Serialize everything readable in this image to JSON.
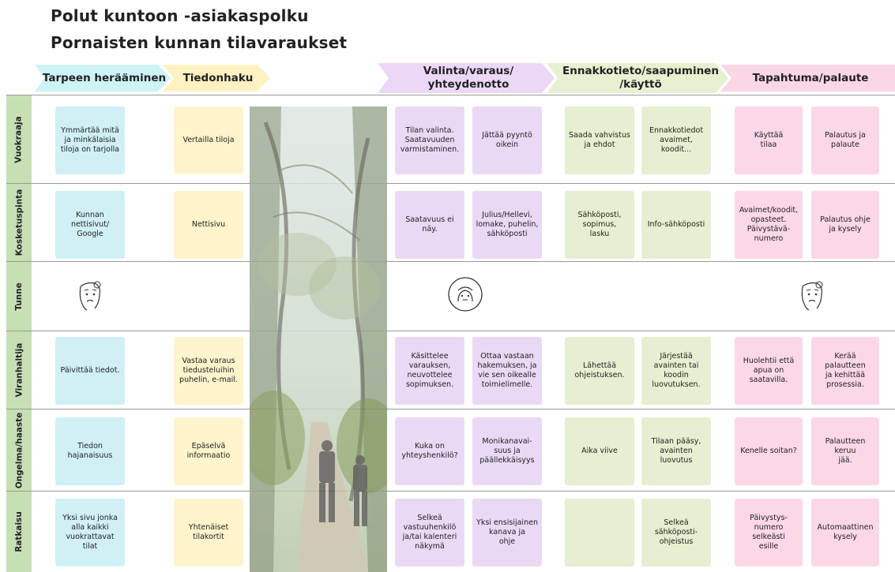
{
  "titles": {
    "line1": "Polut kuntoon -asiakaspolku",
    "line2": "Pornaisten kunnan tilavaraukset"
  },
  "stages": [
    {
      "label": "Tarpeen herääminen"
    },
    {
      "label": "Tiedonhaku"
    },
    {
      "label": "Valinta/varaus/\nyhteydenotto"
    },
    {
      "label": "Ennakkotieto/saapuminen\n/käyttö"
    },
    {
      "label": "Tapahtuma/palaute"
    }
  ],
  "rows": [
    {
      "label": "Vuokraaja"
    },
    {
      "label": "Kosketuspinta"
    },
    {
      "label": "Tunne"
    },
    {
      "label": "Viranhaltija"
    },
    {
      "label": "Ongelma/haaste"
    },
    {
      "label": "Ratkaisu"
    }
  ],
  "cards": {
    "vuokraaja": [
      "Ymmärtää mitä\nja minkälaisia\ntiloja on tarjolla",
      "Vertailla tiloja",
      "Tilan valinta.\nSaatavuuden\nvarmistaminen.",
      "Jättää pyyntö\noikein",
      "Saada vahvistus\nja ehdot",
      "Ennakkotiedot\navaimet, koodit...",
      "Käyttää\ntilaa",
      "Palautus ja\npalaute"
    ],
    "kosketuspinta": [
      "Kunnan\nnettisivut/\nGoogle",
      "Nettisivu",
      "Saatavuus ei\nnäy.",
      "Julius/Hellevi,\nlomake, puhelin,\nsähköposti",
      "Sähköposti,\nsopimus,\nlasku",
      "Info-sähköposti",
      "Avaimet/koodit,\nopasteet.\nPäivystävä-\nnumero",
      "Palautus ohje\nja kysely"
    ],
    "viranhaltija": [
      "Päivittää tiedot.",
      "Vastaa varaus\ntiedusteluihin\npuhelin, e-mail.",
      "Käsittelee\nvarauksen,\nneuvottelee\nsopimuksen.",
      "Ottaa vastaan\nhakemuksen, ja\nvie sen oikealle\ntoimielimelle.",
      "Lähettää\nohjeistuksen.",
      "Järjestää\navainten tai\nkoodin\nluovutuksen.",
      "Huolehtii että\napua on\nsaatavilla.",
      "Kerää palautteen\nja kehittää\nprosessia."
    ],
    "ongelma": [
      "Tiedon\nhajanaisuus",
      "Epäselvä\ninformaatio",
      "Kuka on\nyhteyshenkilö?",
      "Monikanavai-\nsuus ja\npäällekkäisyys",
      "Aika viive",
      "Tilaan pääsy,\navainten\nluovutus",
      "Kenelle soitan?",
      "Palautteen keruu\njää."
    ],
    "ratkaisu": [
      "Yksi sivu jonka\nalla kaikki\nvuokrattavat tilat",
      "Yhtenäiset\ntilakortit",
      "Selkeä\nvastuuhenkilö\nja/tai kalenteri\nnäkymä",
      "Yksi ensisijainen\nkanava ja\nohje",
      "",
      "Selkeä\nsähköposti-\nohjeistus",
      "Päivystys-\nnumero selkeästi\nesille",
      "Automaattinen\nkysely"
    ]
  },
  "emotions": [
    "confused-face-icon",
    "neutral-face-icon",
    "confused-face-icon"
  ],
  "colors": {
    "row_label_bg": "#c6e0b4",
    "stage_blue": "#cdf3f7",
    "stage_yellow": "#fff1c2",
    "stage_purple": "#ecd7f6",
    "stage_green": "#e8f0d2",
    "stage_pink": "#fbd6e7",
    "card_blue": "#d0f0f5",
    "card_yellow": "#fff4cc",
    "card_purple": "#ead9f5",
    "card_green": "#e6efd1",
    "card_pink": "#fbd7e8"
  }
}
